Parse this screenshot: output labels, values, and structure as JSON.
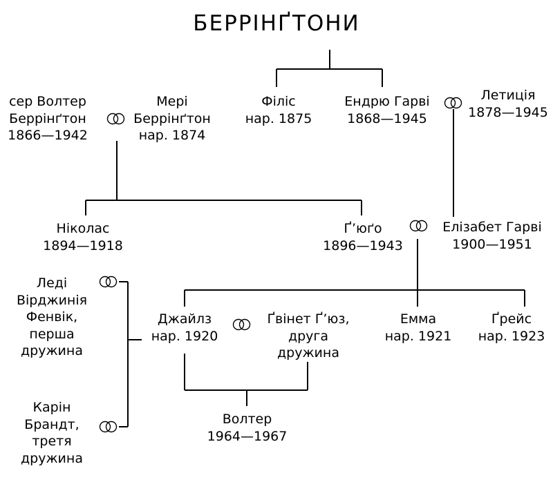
{
  "title": "БЕРРІНҐТОНИ",
  "people": {
    "walter_sr": [
      "сер Волтер",
      "Беррінґтон",
      "1866—1942"
    ],
    "mary": [
      "Мері",
      "Беррінґтон",
      "нар. 1874"
    ],
    "phyllis": [
      "Філіс",
      "нар. 1875"
    ],
    "andrew": [
      "Ендрю Гарві",
      "1868—1945"
    ],
    "letitia": [
      "Летиція",
      "1878—1945"
    ],
    "nicholas": [
      "Ніколас",
      "1894—1918"
    ],
    "hugo": [
      "Ґ’юґо",
      "1896—1943"
    ],
    "elizabeth": [
      "Елізабет Гарві",
      "1900—1951"
    ],
    "virginia": [
      "Леді",
      "Вірджинія",
      "Фенвік,",
      "перша",
      "дружина"
    ],
    "karin": [
      "Карін",
      "Брандт,",
      "третя",
      "дружина"
    ],
    "giles": [
      "Джайлз",
      "нар. 1920"
    ],
    "gwyneth": [
      "Ґвінет Ґ’юз,",
      "друга",
      "дружина"
    ],
    "emma": [
      "Емма",
      "нар. 1921"
    ],
    "grace": [
      "Ґрейс",
      "нар. 1923"
    ],
    "walter_jr": [
      "Волтер",
      "1964—1967"
    ]
  }
}
